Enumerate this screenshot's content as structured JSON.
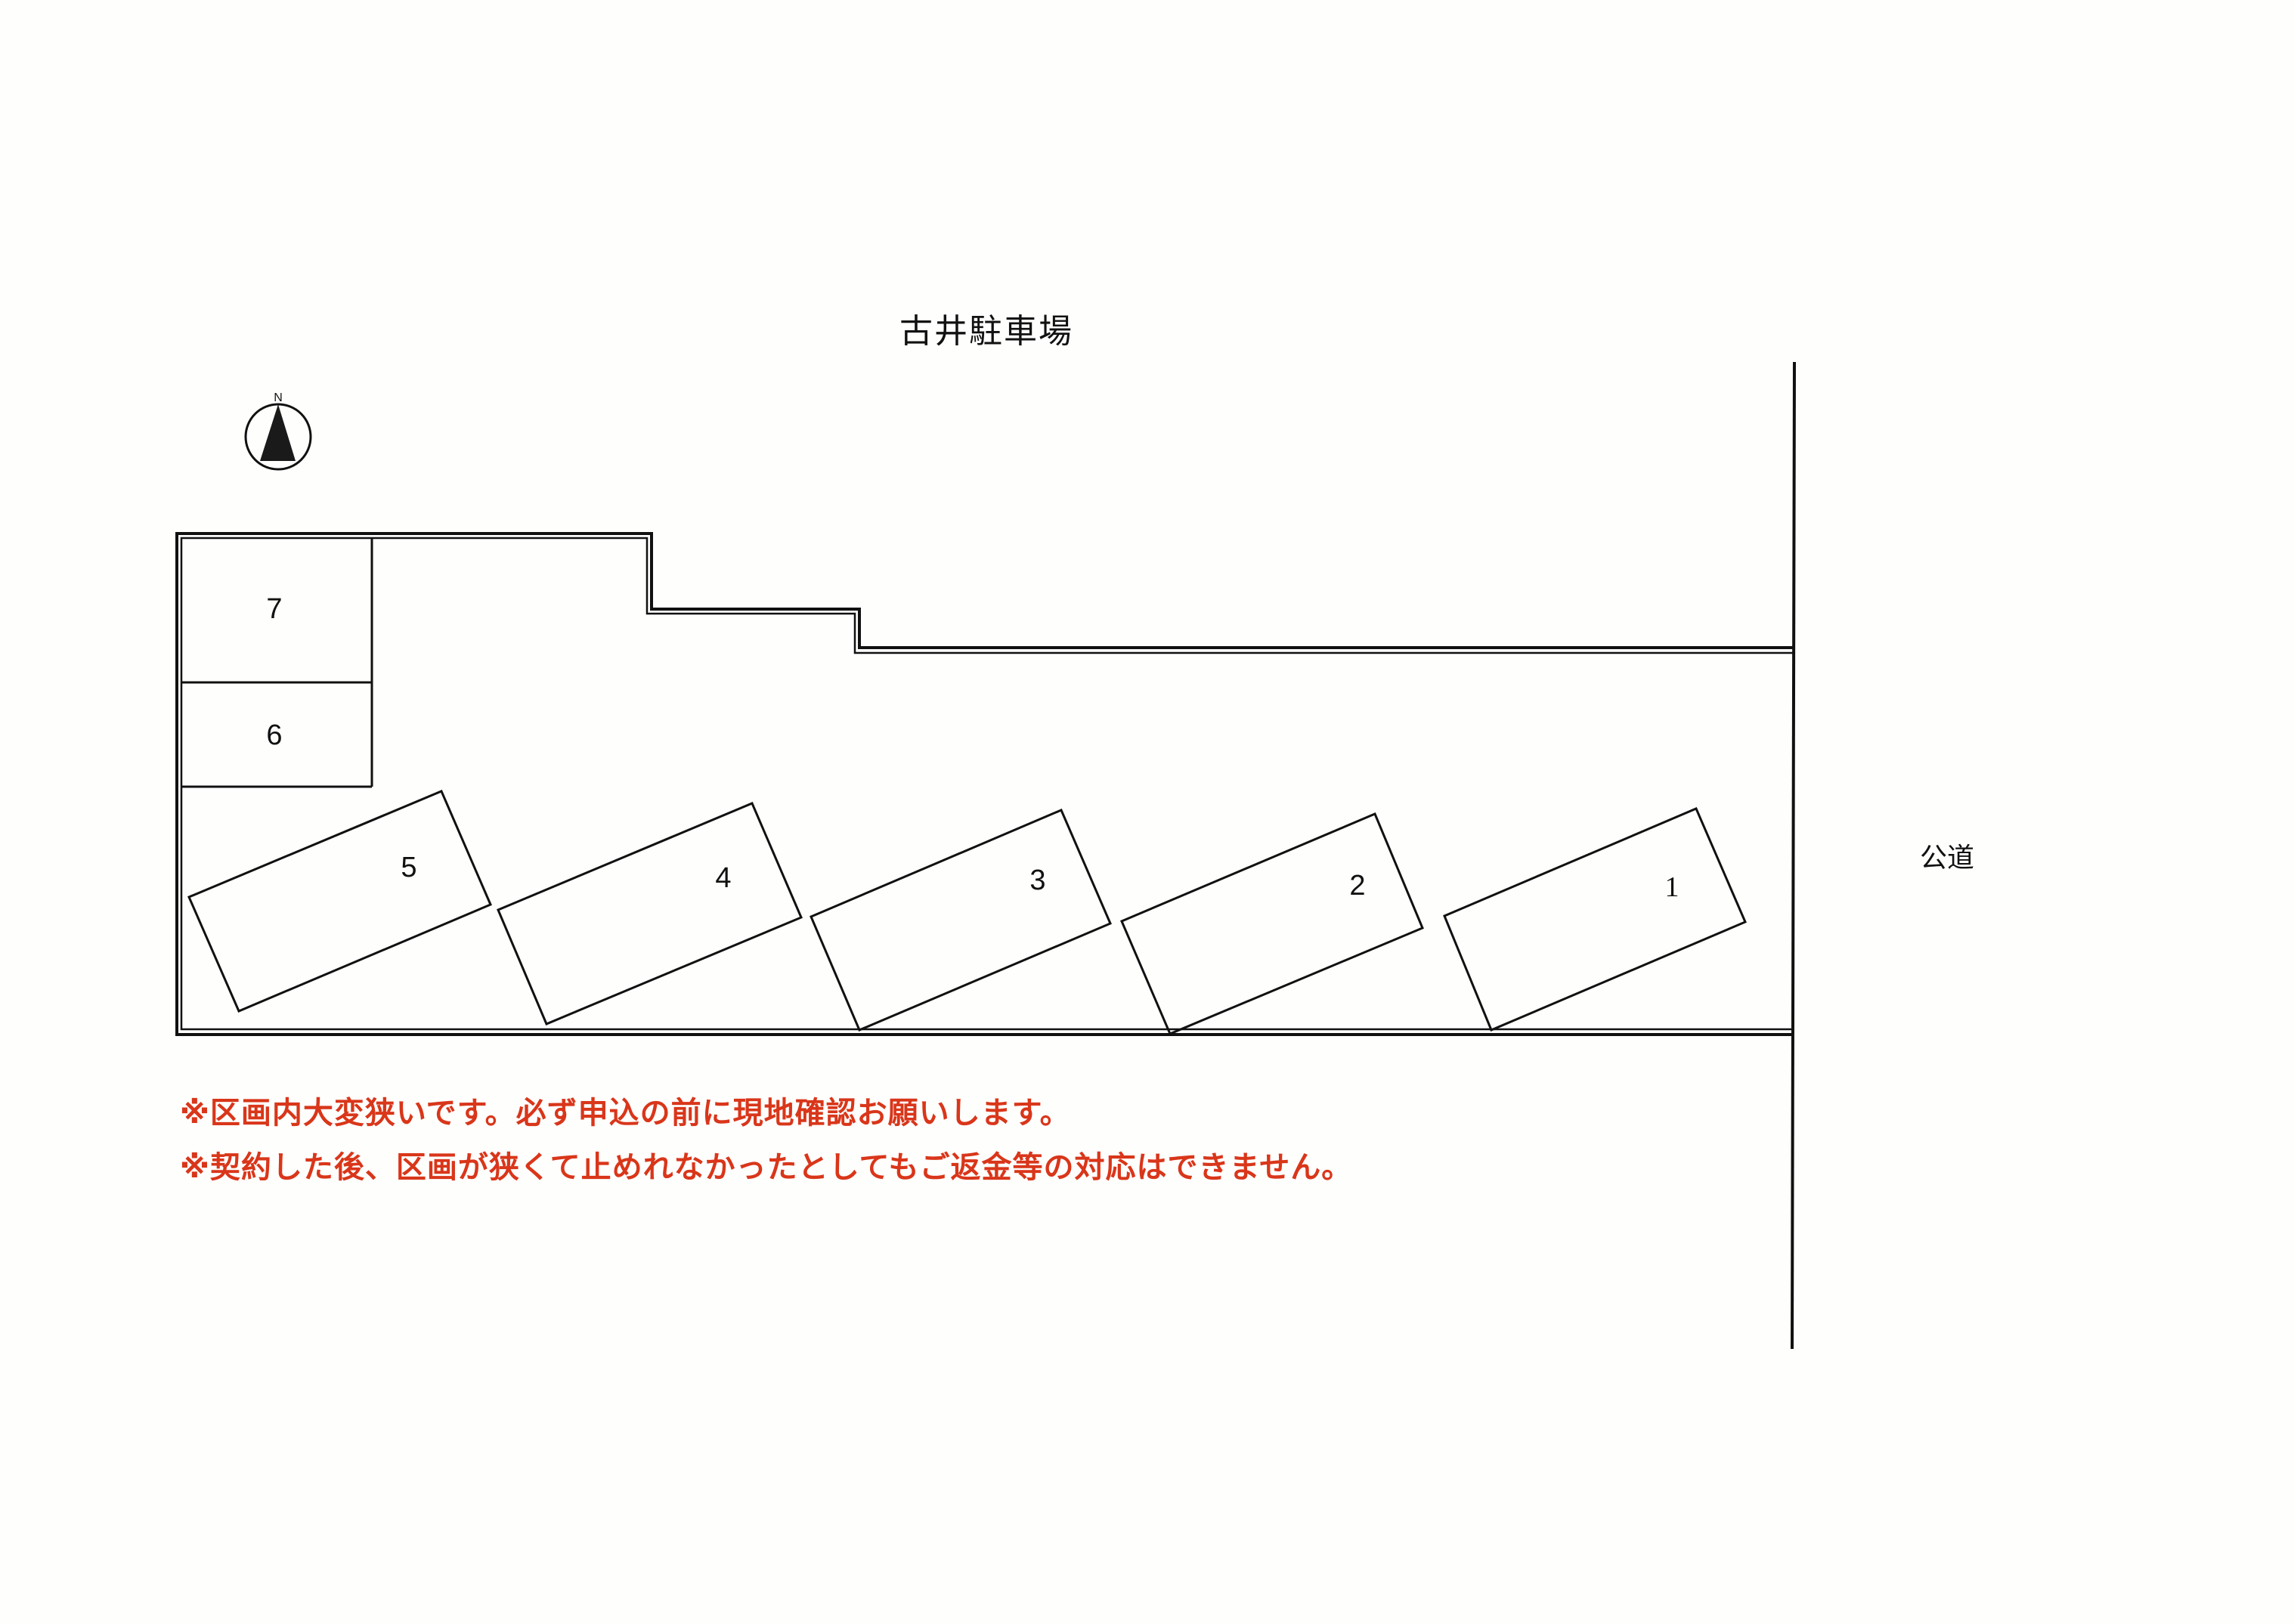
{
  "title": "古井駐車場",
  "compass": {
    "label": "N",
    "icon": "north-arrow-icon"
  },
  "road": {
    "label": "公道"
  },
  "colors": {
    "line": "#111111",
    "notice": "#d9361a",
    "background": "#fefefd"
  },
  "spaces": [
    {
      "number": "1",
      "orientation": "angled"
    },
    {
      "number": "2",
      "orientation": "angled"
    },
    {
      "number": "3",
      "orientation": "angled"
    },
    {
      "number": "4",
      "orientation": "angled"
    },
    {
      "number": "5",
      "orientation": "angled"
    },
    {
      "number": "6",
      "orientation": "perpendicular"
    },
    {
      "number": "7",
      "orientation": "perpendicular"
    }
  ],
  "notices": [
    "※区画内大変狭いです。必ず申込の前に現地確認お願いします。",
    "※契約した後、区画が狭くて止めれなかったとしてもご返金等の対応はできません。"
  ]
}
